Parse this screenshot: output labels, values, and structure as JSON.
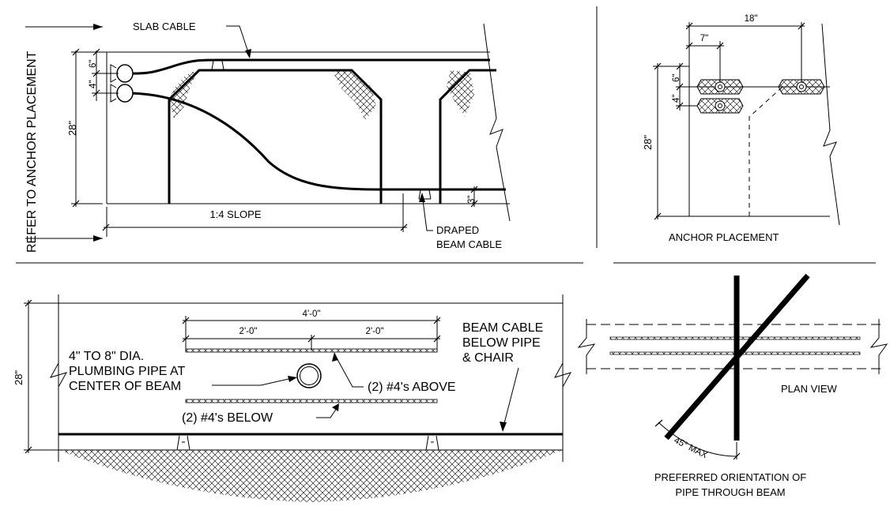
{
  "top_left": {
    "refer_label": "REFER TO ANCHOR PLACEMENT",
    "slab_cable": "SLAB CABLE",
    "dim_6": "6\"",
    "dim_4": "4\"",
    "dim_28": "28\"",
    "dim_3": "3\"",
    "slope": "1:4 SLOPE",
    "draped_1": "DRAPED",
    "draped_2": "BEAM CABLE"
  },
  "top_right": {
    "dim_18": "18\"",
    "dim_7": "7\"",
    "dim_6": "6\"",
    "dim_4": "4\"",
    "dim_28": "28\"",
    "title": "ANCHOR PLACEMENT"
  },
  "bottom_left": {
    "dim_28": "28\"",
    "dim_total": "4'-0\"",
    "dim_left": "2'-0\"",
    "dim_right": "2'-0\"",
    "pipe_1": "4\" TO 8\" DIA.",
    "pipe_2": "PLUMBING PIPE AT",
    "pipe_3": "CENTER OF BEAM",
    "above": "(2) #4's ABOVE",
    "below": "(2) #4's BELOW",
    "cable_1": "BEAM CABLE",
    "cable_2": "BELOW PIPE",
    "cable_3": "& CHAIR"
  },
  "bottom_right": {
    "plan": "PLAN VIEW",
    "angle": "45° MAX",
    "title_1": "PREFERRED ORIENTATION OF",
    "title_2": "PIPE THROUGH BEAM"
  }
}
